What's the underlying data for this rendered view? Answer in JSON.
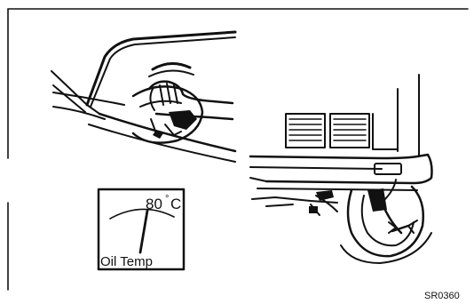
{
  "gauge": {
    "reading": "80",
    "degree_symbol": "°",
    "unit": "C",
    "caption": "Oil Temp"
  },
  "figure_code": "SR0360"
}
